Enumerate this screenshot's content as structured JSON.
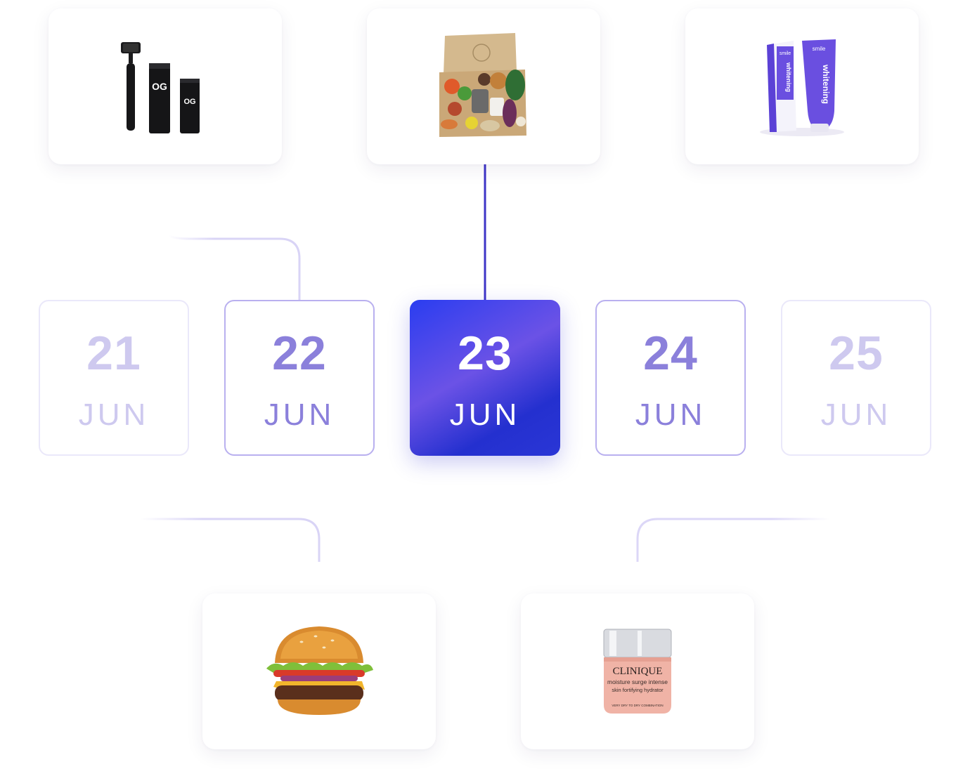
{
  "products": [
    {
      "id": "microneedling-kit",
      "icon": "derma-roller-kit-image",
      "logo": "OG"
    },
    {
      "id": "meal-kit-box",
      "icon": "meal-kit-box-image"
    },
    {
      "id": "whitening-toothpaste",
      "icon": "whitening-toothpaste-image",
      "brand": "smile",
      "label": "whitening"
    },
    {
      "id": "burger",
      "icon": "burger-image"
    },
    {
      "id": "moisturizer-jar",
      "icon": "cream-jar-image",
      "brand": "CLINIQUE",
      "line1": "moisture surge intense",
      "line2": "skin fortifying hydrator",
      "line3": "VERY DRY TO DRY COMBINATION"
    }
  ],
  "dates": [
    {
      "day": "21",
      "month": "JUN",
      "state": "faded"
    },
    {
      "day": "22",
      "month": "JUN",
      "state": "normal"
    },
    {
      "day": "23",
      "month": "JUN",
      "state": "selected"
    },
    {
      "day": "24",
      "month": "JUN",
      "state": "normal"
    },
    {
      "day": "25",
      "month": "JUN",
      "state": "faded"
    }
  ],
  "colors": {
    "accent": "#3d34c6",
    "date_text": "#8b80db",
    "date_border": "#b9b0ef",
    "selected_from": "#2a3df0",
    "selected_to": "#6b52e6"
  }
}
